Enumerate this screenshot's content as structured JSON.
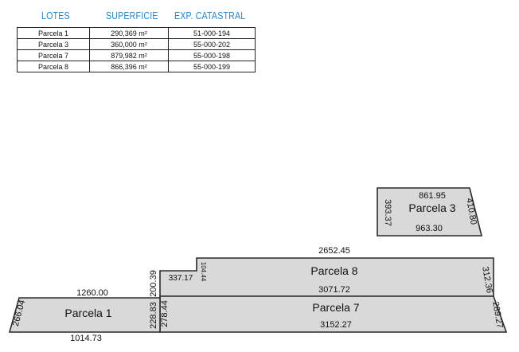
{
  "table": {
    "headers": {
      "lotes": "LOTES",
      "superficie": "SUPERFICIE",
      "exp": "EXP. CATASTRAL"
    },
    "rows": [
      {
        "lote": "Parcela 1",
        "superficie": "290,369 m²",
        "exp": "51-000-194"
      },
      {
        "lote": "Parcela 3",
        "superficie": "360,000 m²",
        "exp": "55-000-202"
      },
      {
        "lote": "Parcela 7",
        "superficie": "879,982 m²",
        "exp": "55-000-198"
      },
      {
        "lote": "Parcela 8",
        "superficie": "866,396 m²",
        "exp": "55-000-199"
      }
    ]
  },
  "parcels": {
    "p1": {
      "name": "Parcela 1",
      "top": "1260.00",
      "bottom": "1014.73",
      "left": "266.04",
      "right": "228.83"
    },
    "p3": {
      "name": "Parcela 3",
      "top": "861.95",
      "bottom": "963.30",
      "left": "393.37",
      "right": "410.80"
    },
    "p7": {
      "name": "Parcela 7",
      "bottom": "3152.27",
      "left": "278.44",
      "right": "289.27"
    },
    "p8": {
      "name": "Parcela 8",
      "top": "2652.45",
      "bottom": "3071.72",
      "left": "200.39",
      "step_top": "337.17",
      "step_side": "104.44",
      "right": "312.36"
    }
  },
  "colors": {
    "fill": "#d9d9d9",
    "stroke": "#2b2b2b",
    "header": "#2a86c8"
  }
}
